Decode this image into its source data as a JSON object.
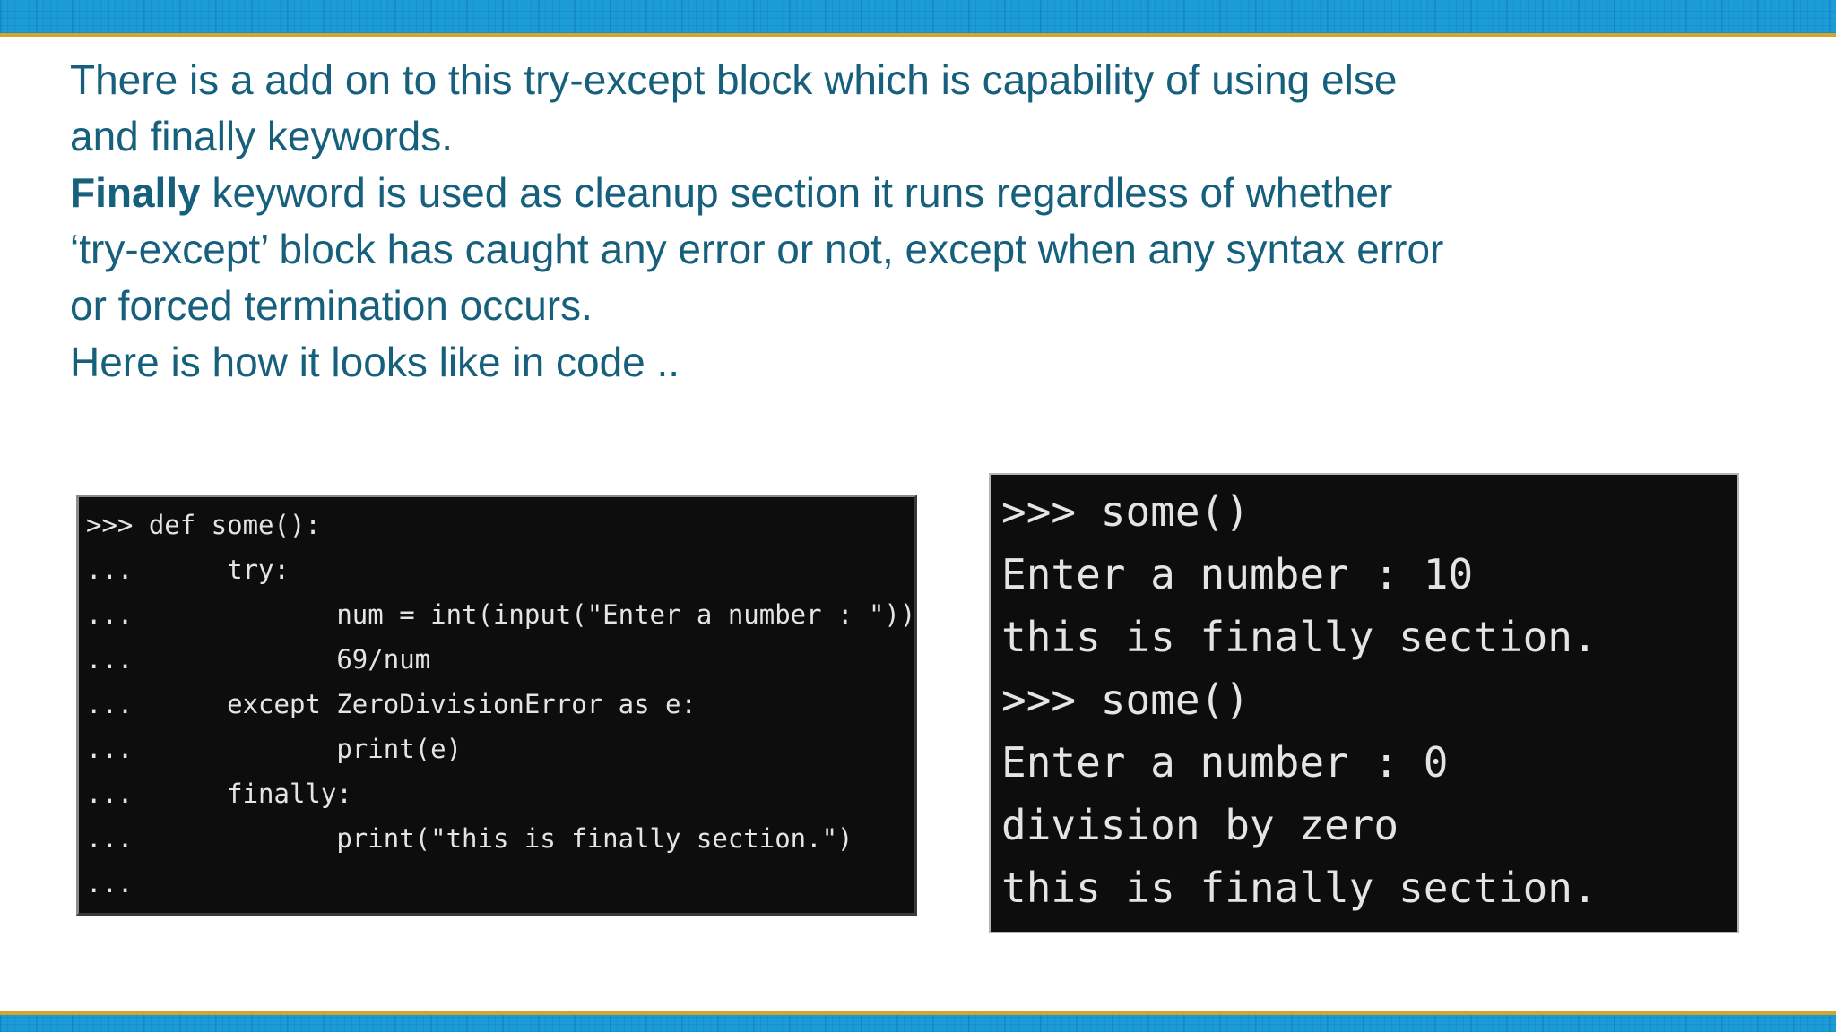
{
  "colors": {
    "bar_blue": "#1b9cd8",
    "accent_gold": "#d2a62c",
    "text_teal": "#16607d",
    "terminal_bg": "#0d0d0d",
    "terminal_text": "#e4e4e4"
  },
  "paragraph": {
    "lines": [
      {
        "bold": "",
        "text": "There is a add on to this try-except block which is capability of using else"
      },
      {
        "bold": "",
        "text": "and finally keywords."
      },
      {
        "bold": "Finally",
        "text": " keyword is used as cleanup section it runs regardless of whether"
      },
      {
        "bold": "",
        "text": "‘try-except’ block has caught any error or not, except when any syntax error"
      },
      {
        "bold": "",
        "text": "or forced termination occurs."
      },
      {
        "bold": "",
        "text": "Here is how it looks like in code .."
      }
    ]
  },
  "terminal_left": {
    "lines": [
      ">>> def some():",
      "...      try:",
      "...             num = int(input(\"Enter a number : \"))",
      "...             69/num",
      "...      except ZeroDivisionError as e:",
      "...             print(e)",
      "...      finally:",
      "...             print(\"this is finally section.\")",
      "..."
    ]
  },
  "terminal_right": {
    "lines": [
      ">>> some()",
      "Enter a number : 10",
      "this is finally section.",
      ">>> some()",
      "Enter a number : 0",
      "division by zero",
      "this is finally section."
    ]
  }
}
